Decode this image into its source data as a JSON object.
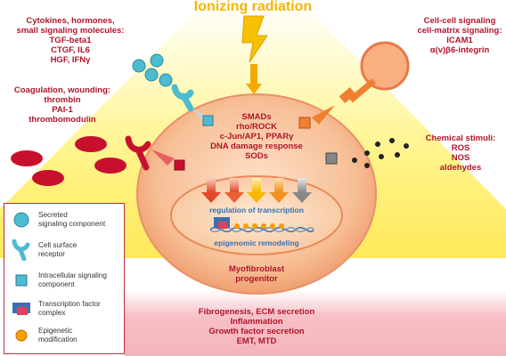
{
  "title": "Ionizing radiation",
  "top_left": {
    "heading_line1": "Cytokines, hormones,",
    "heading_line2": "small signaling molecules:",
    "items": [
      "TGF-beta1",
      "CTGF, IL6",
      "HGF, IFNγ"
    ]
  },
  "top_right": {
    "heading_line1": "Cell-cell signaling",
    "heading_line2": "cell-matrix signaling:",
    "items": [
      "ICAM1",
      "α(v)β6-integrin"
    ]
  },
  "mid_left": {
    "heading": "Coagulation, wounding:",
    "items": [
      "thrombin",
      "PAI-1",
      "thrombomodulin"
    ]
  },
  "mid_right": {
    "heading": "Chemical stimuli:",
    "items": [
      "ROS",
      "NOS",
      "aldehydes"
    ]
  },
  "cell_pathways": [
    "SMADs",
    "rho/ROCK",
    "c-Jun/AP1, PPARγ",
    "DNA damage response",
    "SODs"
  ],
  "nucleus": {
    "transcription": "regulation of transcription",
    "epigenomic": "epigenomic remodeling"
  },
  "cell_label_line1": "Myofibroblast",
  "cell_label_line2": "progenitor",
  "outcomes": [
    "Fibrogenesis, ECM secretion",
    "Inflammation",
    "Growth factor secretion",
    "EMT, MTD"
  ],
  "legend": [
    {
      "icon": "secreted-signaling-icon",
      "line1": "Secreted",
      "line2": "signaling component"
    },
    {
      "icon": "cell-surface-receptor-icon",
      "line1": "Cell surface",
      "line2": "receptor"
    },
    {
      "icon": "intracellular-signaling-icon",
      "line1": "Intracellular signaling",
      "line2": "component"
    },
    {
      "icon": "transcription-factor-icon",
      "line1": "Transcription factor",
      "line2": "complex"
    },
    {
      "icon": "epigenetic-modification-icon",
      "line1": "Epigenetic",
      "line2": "modification"
    }
  ],
  "colors": {
    "title": "#f7b500",
    "text_red": "#b0152a",
    "nucleus_text": "#3b6fb0",
    "cell_fill": "#f5b48a",
    "blood_cell": "#c8102e",
    "teal": "#4cbcd0",
    "orange_arrow": "#f08030"
  }
}
